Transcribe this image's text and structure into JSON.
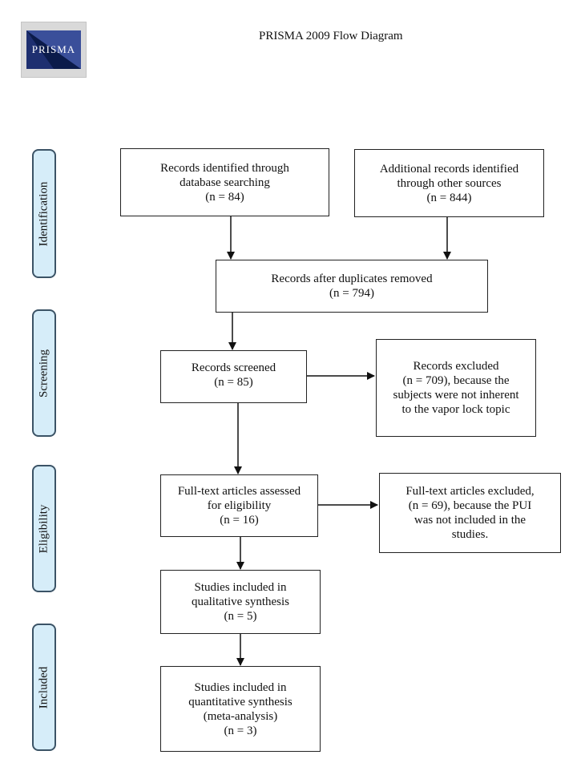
{
  "header": {
    "logo_text": "PRISMA",
    "title": "PRISMA 2009 Flow Diagram"
  },
  "phases": {
    "identification": "Identification",
    "screening": "Screening",
    "eligibility": "Eligibility",
    "included": "Included"
  },
  "boxes": {
    "records_db": [
      "Records identified through",
      "database searching",
      "(n = 84)"
    ],
    "records_other": [
      "Additional records identified",
      "through other sources",
      "(n = 844)"
    ],
    "after_duplicates": [
      "Records after duplicates removed",
      "(n = 794)"
    ],
    "screened": [
      "Records screened",
      "(n = 85)"
    ],
    "excluded": [
      "Records excluded",
      "(n = 709), because the",
      "subjects were not inherent",
      "to the vapor lock topic"
    ],
    "fulltext_assessed": [
      "Full-text articles assessed",
      "for eligibility",
      "(n = 16)"
    ],
    "fulltext_excluded": [
      "Full-text articles excluded,",
      "(n = 69), because the PUI",
      "was not included in the",
      "studies."
    ],
    "qualitative": [
      "Studies included in",
      "qualitative synthesis",
      "(n = 5)"
    ],
    "quantitative": [
      "Studies included in",
      "quantitative synthesis",
      "(meta-analysis)",
      "(n = 3)"
    ]
  },
  "colors": {
    "phase_fill": "#d6edf9",
    "phase_border": "#3b5366",
    "logo_blue": "#3a4f9a",
    "logo_dark": "#0b1b4a"
  }
}
